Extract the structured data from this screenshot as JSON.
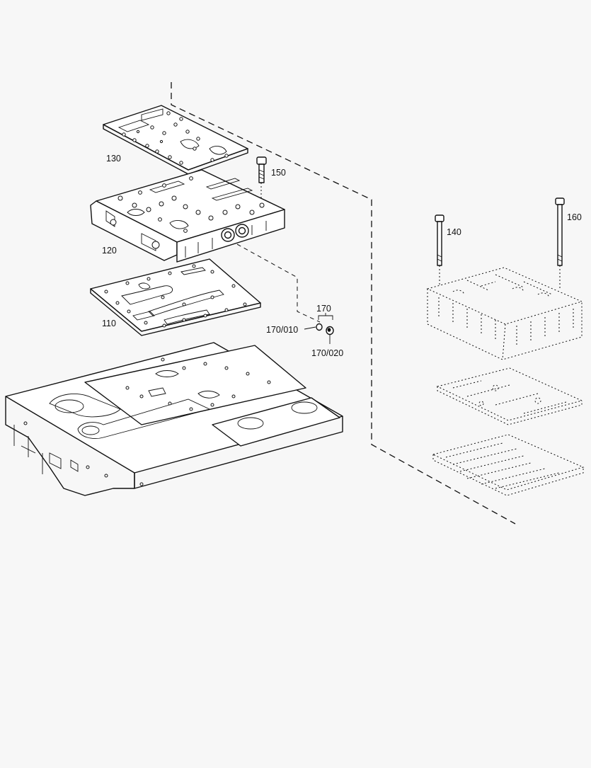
{
  "diagram": {
    "callouts": [
      {
        "id": "part-110",
        "text": "110"
      },
      {
        "id": "part-120",
        "text": "120"
      },
      {
        "id": "part-130",
        "text": "130"
      },
      {
        "id": "part-140",
        "text": "140"
      },
      {
        "id": "part-150",
        "text": "150"
      },
      {
        "id": "part-160",
        "text": "160"
      },
      {
        "id": "part-170",
        "text": "170"
      },
      {
        "id": "part-170-010",
        "text": "170/010"
      },
      {
        "id": "part-170-020",
        "text": "170/020"
      }
    ]
  }
}
